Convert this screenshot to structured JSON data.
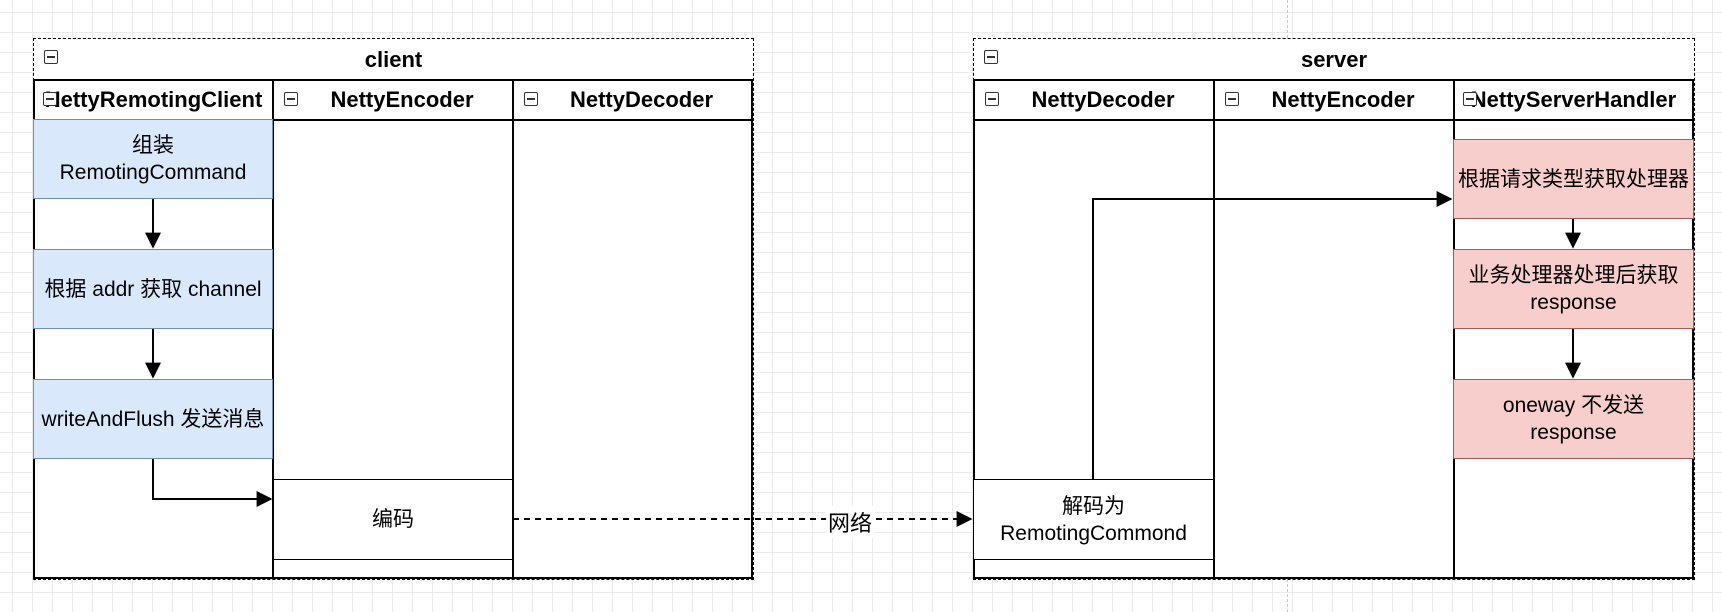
{
  "pools": {
    "client": {
      "title": "client",
      "lanes": [
        "NettyRemotingClient",
        "NettyEncoder",
        "NettyDecoder"
      ]
    },
    "server": {
      "title": "server",
      "lanes": [
        "NettyDecoder",
        "NettyEncoder",
        "NettyServerHandler"
      ]
    }
  },
  "nodes": {
    "assemble_command": "组装 RemotingCommand",
    "get_channel": "根据 addr 获取 channel",
    "write_and_flush": "writeAndFlush 发送消息",
    "encode": "编码",
    "decode": "解码为 RemotingCommond",
    "get_processor": "根据请求类型获取处理器",
    "process_response": "业务处理器处理后获取 response",
    "oneway": "oneway 不发送 response"
  },
  "edges": {
    "network_label": "网络"
  },
  "colors": {
    "client_fill": "#dae8fc",
    "client_stroke": "#6c8ebf",
    "server_fill": "#f8cecc",
    "server_stroke": "#b85450"
  }
}
